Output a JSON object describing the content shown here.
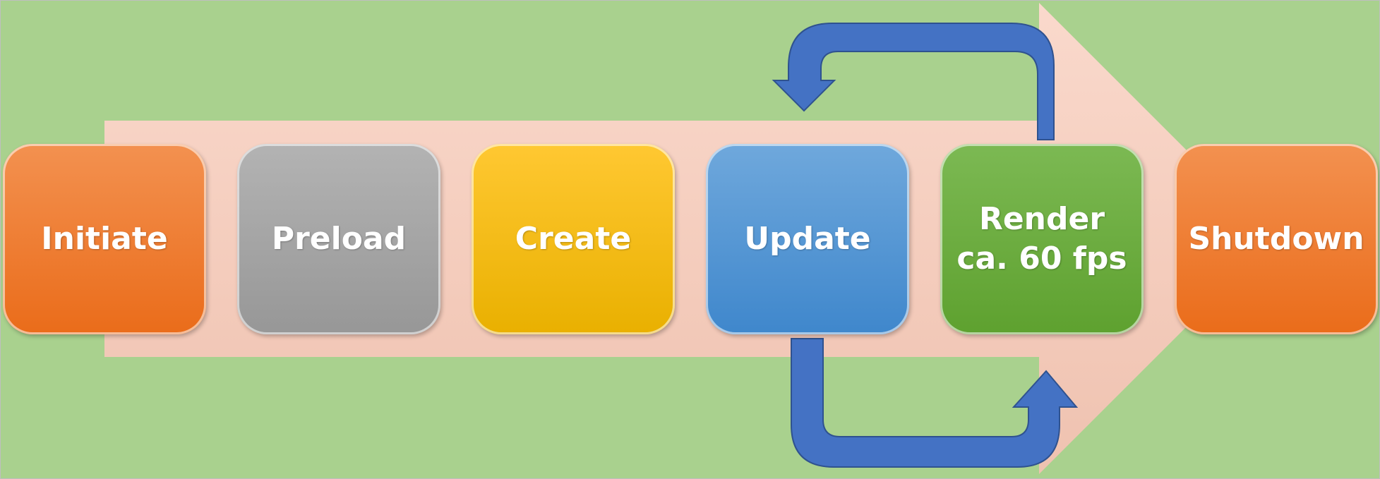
{
  "diagram": {
    "stages": [
      {
        "id": "initiate",
        "lines": [
          "Initiate"
        ]
      },
      {
        "id": "preload",
        "lines": [
          "Preload"
        ]
      },
      {
        "id": "create",
        "lines": [
          "Create"
        ]
      },
      {
        "id": "update",
        "lines": [
          "Update"
        ]
      },
      {
        "id": "render",
        "lines": [
          "Render",
          "ca. 60 fps"
        ]
      },
      {
        "id": "shutdown",
        "lines": [
          "Shutdown"
        ]
      }
    ],
    "loop": {
      "from": "update",
      "to": "render",
      "arrows": [
        "update-to-render",
        "render-to-update"
      ]
    },
    "colors": {
      "background": "#a9d18e",
      "progress_arrow": "#f8cbad",
      "loop_arrow": "#4472c4",
      "initiate": "#ed7d31",
      "preload": "#a5a5a5",
      "create": "#ffc000",
      "update": "#5b9bd5",
      "render": "#70ad47",
      "shutdown": "#ed7d31"
    }
  }
}
